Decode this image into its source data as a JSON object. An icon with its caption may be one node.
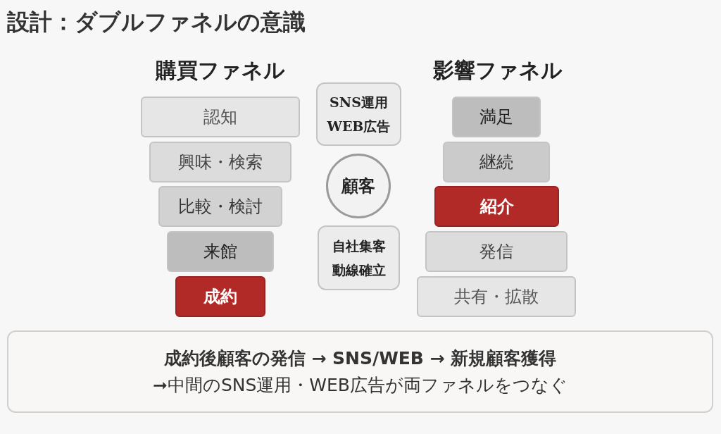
{
  "diagram": {
    "title": "設計：ダブルファネルの意識",
    "nodes": [
      {
        "text": [
          "認知"
        ]
      },
      {
        "text": [
          "興味・検索"
        ]
      },
      {
        "text": [
          "比較・検討"
        ]
      },
      {
        "text": [
          "来館"
        ]
      },
      {
        "text": [
          "成約"
        ]
      },
      {
        "text": [
          "SNS運用WEB広告"
        ]
      },
      {
        "text": [
          "顧客"
        ]
      },
      {
        "text": [
          "自社集客動線確立"
        ]
      },
      {
        "text": [
          "満足"
        ]
      },
      {
        "text": [
          "継続"
        ]
      },
      {
        "text": [
          "紹介"
        ]
      },
      {
        "text": [
          "発信"
        ]
      },
      {
        "text": [
          "共有・拡散"
        ]
      },
      {
        "text": [
          "成約後顧客の発信 → SNS/WEB → 新規顧客獲得",
          "➞中間のSNS運用・WEB広告が両ファネルをつなぐ"
        ]
      }
    ],
    "edges": [],
    "labels": [
      "購買ファネル",
      "影響ファネル"
    ]
  }
}
